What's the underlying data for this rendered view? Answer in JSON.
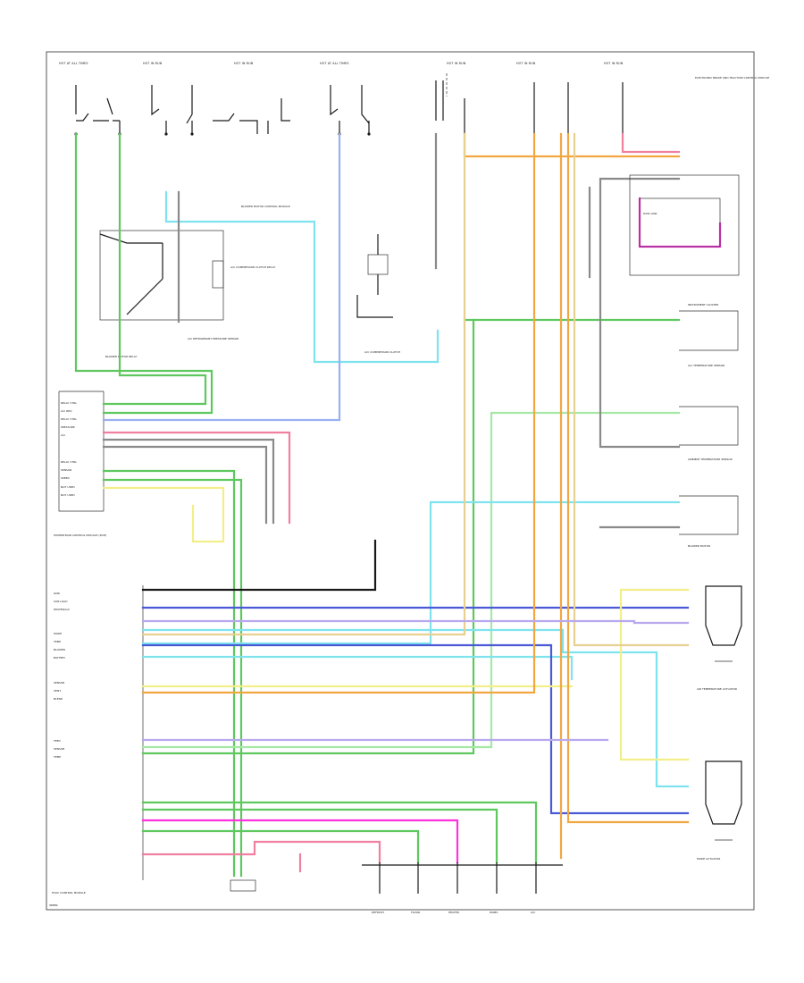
{
  "document": {
    "corner_label": "98889"
  },
  "colors": {
    "green": "#5ec85e",
    "cyan": "#7fe3ee",
    "blue": "#4a5ad6",
    "pink": "#f07fa0",
    "magenta": "#ff33dd",
    "yellow": "#f2ee8a",
    "orange": "#f2a640",
    "tan": "#e8d090",
    "light_blue": "#9ab0f0",
    "violet": "#b8a8ee",
    "light_green": "#a6e8a6",
    "black": "#1a1a1a",
    "gray": "#8a8a8a"
  },
  "top_labels": [
    "HOT AT ALL TIMES",
    "HOT IN RUN",
    "HOT IN RUN",
    "HOT AT ALL TIMES",
    "HOT IN RUN",
    "HOT IN RUN",
    "HOT IN RUN"
  ],
  "pcm_module_label": "POWERTRAIN CONTROL MODULE (PCM)",
  "pcm_pin_labels": [
    "RELAY CTRL",
    "A/C REQ",
    "RELAY CTRL",
    "PRESSURE",
    "A/C",
    "RELAY CTRL",
    "SENSOR",
    "SPEED",
    "NOT USED",
    "NOT USED",
    "GND",
    "SUN LOAD",
    "HEATER/A/C",
    "MODE",
    "TEMP",
    "BLOWER",
    "BATTERY",
    "SENSOR",
    "VENT",
    "BLEND",
    "FEED",
    "SENSOR",
    "TEMP"
  ],
  "hvac_module_label": "HVAC CONTROL MODULE",
  "bottom_actuator_labels": [
    "DEFROST",
    "FLOOR",
    "HEATER",
    "PANEL",
    "A/C"
  ],
  "right_labels": [
    "ELECTRONIC BRAKE AND TRACTION CONTROL MODULE",
    "DATA LINK",
    "INSTRUMENT CLUSTER",
    "A/C TEMPERATURE SENSOR",
    "AMBIENT TEMPERATURE SENSOR",
    "BLOWER MOTOR",
    "AIR TEMPERATURE ACTUATOR",
    "MODE ACTUATOR"
  ],
  "center_labels": [
    "A/C COMPRESSOR CLUTCH RELAY",
    "A/C REFRIGERANT PRESSURE SENSOR",
    "A/C COMPRESSOR CLUTCH",
    "BLOWER MOTOR RELAY",
    "BLOWER MOTOR CONTROL MODULE"
  ]
}
